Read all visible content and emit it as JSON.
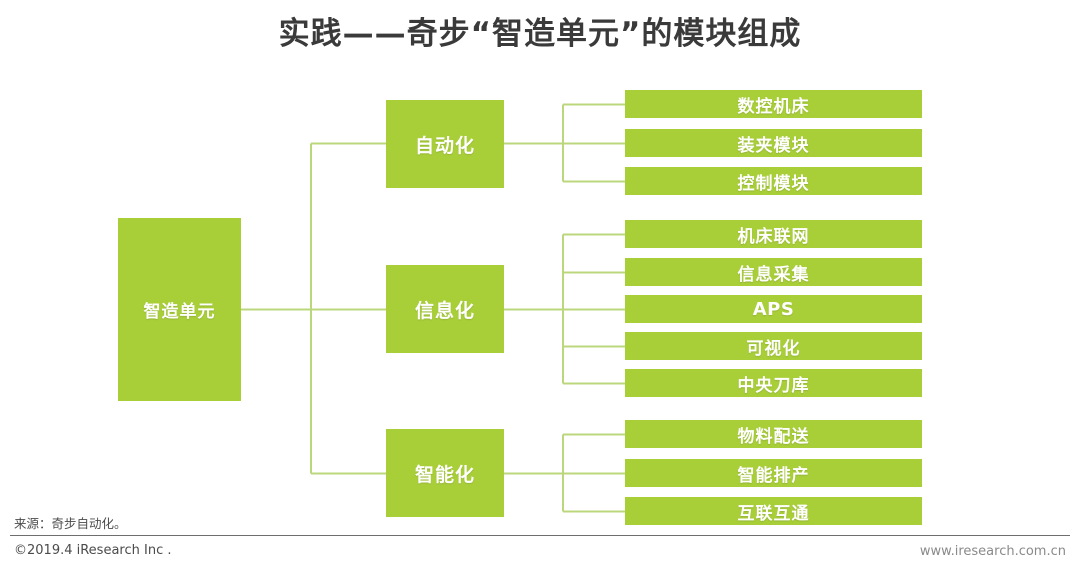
{
  "page": {
    "title": "实践——奇步“智造单元”的模块组成",
    "accent_color": "#A8CE38",
    "connector_color": "#BBD77C",
    "title_color": "#3a3a3a"
  },
  "diagram": {
    "type": "tree",
    "root": {
      "label": "智造单元"
    },
    "branches": [
      {
        "label": "自动化",
        "leaves": [
          {
            "label": "数控机床"
          },
          {
            "label": "装夹模块"
          },
          {
            "label": "控制模块"
          }
        ]
      },
      {
        "label": "信息化",
        "leaves": [
          {
            "label": "机床联网"
          },
          {
            "label": "信息采集"
          },
          {
            "label": "APS"
          },
          {
            "label": "可视化"
          },
          {
            "label": "中央刀库"
          }
        ]
      },
      {
        "label": "智能化",
        "leaves": [
          {
            "label": "物料配送"
          },
          {
            "label": "智能排产"
          },
          {
            "label": "互联互通"
          }
        ]
      }
    ]
  },
  "footer": {
    "source": "来源：奇步自动化。",
    "copyright": "©2019.4 iResearch Inc .",
    "url": "www.iresearch.com.cn"
  }
}
